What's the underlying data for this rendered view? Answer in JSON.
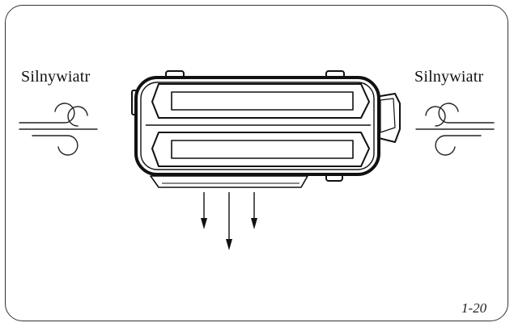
{
  "labels": {
    "left_wind": "Silnywiatr",
    "right_wind": "Silnywiatr"
  },
  "figure_number": "1-20",
  "icons": {
    "left_wind": "wind-icon",
    "right_wind": "wind-icon",
    "unit": "outdoor-unit-icon",
    "airflow": "airflow-arrows-icon"
  }
}
